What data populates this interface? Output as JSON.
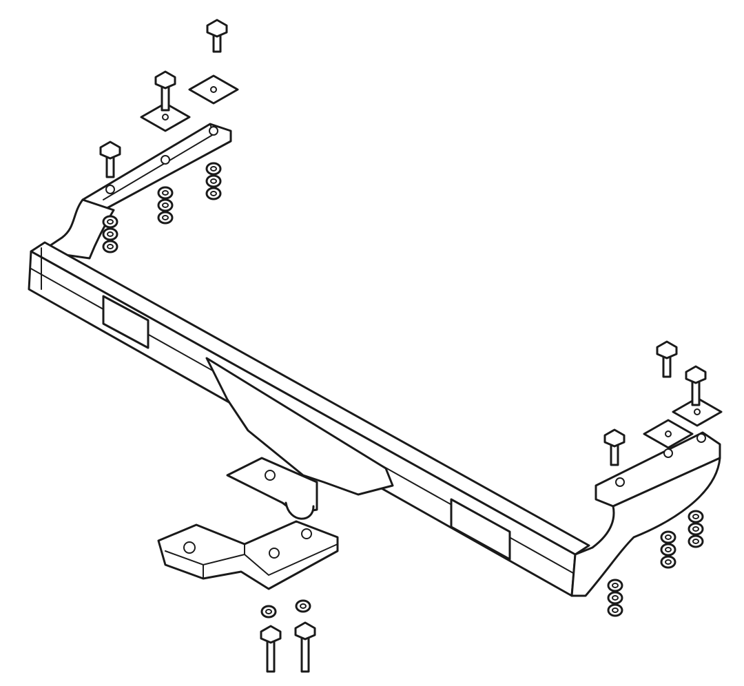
{
  "drawing": {
    "subject": "",
    "colors": {
      "line": "#1a1a1a",
      "background": "#ffffff"
    },
    "parts": {
      "bolts": 8,
      "square_washers": 4,
      "nut_stacks": 8
    }
  }
}
